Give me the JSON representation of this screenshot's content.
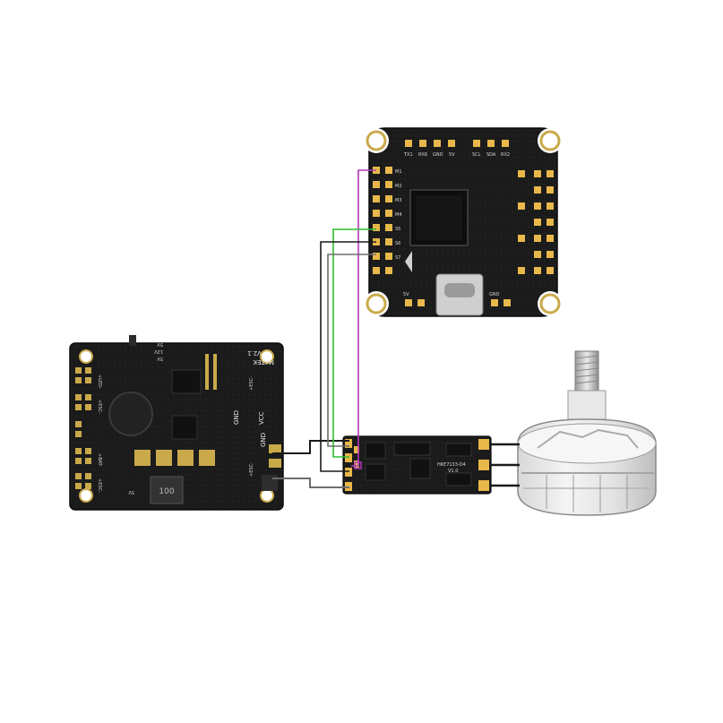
{
  "pdb": {
    "brand_label": "MATEK",
    "version_label": "V2.1",
    "voltage_labels": [
      "5V",
      "12V",
      "5V"
    ],
    "pad_labels_left": [
      "+LED-",
      "+ESC-",
      "+BAT-",
      "+ESC-"
    ],
    "pad_labels_right": [
      "+ESC-",
      "GND",
      "VCC",
      "+ESC-",
      "GND",
      "5V"
    ],
    "inductor_label": "100"
  },
  "fc": {
    "top_pad_labels": [
      "TX1",
      "RX6",
      "GND",
      "5V",
      "SCL",
      "SDA",
      "RX2"
    ],
    "left_pad_labels": [
      "M1",
      "M2",
      "M3",
      "M4",
      "S5",
      "S6",
      "S7"
    ],
    "bottom_labels": [
      "5V",
      "GND"
    ]
  },
  "esc": {
    "model_label": "HKE7133-D4",
    "version_label": "V1.0"
  },
  "wires": {
    "colors": {
      "black": "#1a1a1a",
      "gray": "#6e6e6e",
      "green": "#2fbf2f",
      "magenta": "#b03ab8"
    }
  },
  "motor": {
    "shaft_label": ""
  }
}
